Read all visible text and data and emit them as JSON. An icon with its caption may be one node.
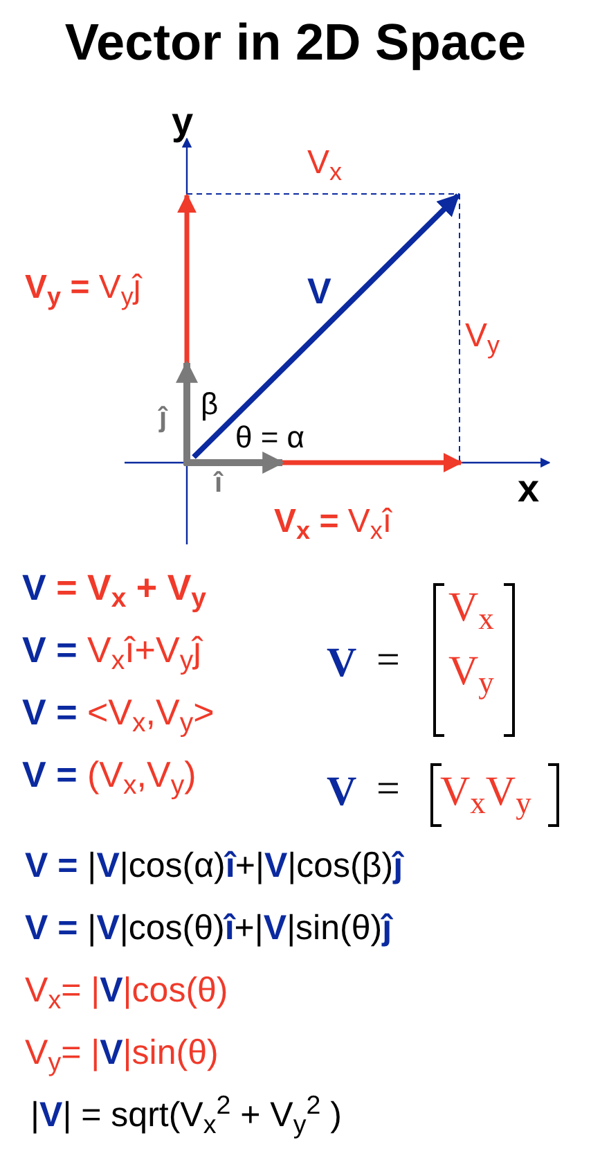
{
  "diagram": {
    "title": "Vector in 2D Space",
    "labels": [
      "y",
      "V$_{x}$",
      "**V$_{y}$ =** V$_{y}$ĵ",
      "V",
      "V$_{y}$",
      "ĵ",
      "β",
      "θ = α",
      "î",
      "x",
      "**V$_{x}$ =** V$_{x}$î",
      "**V** = V$_{x}$ + V$_{y}$",
      "V",
      "=",
      "V$_{x}$",
      "V$_{y}$",
      "**V =** V$_{x}$î+V$_{y}$ĵ",
      "**V =** <V$_{x}$,V$_{y}$>",
      "**V =** (V$_{x}$,V$_{y}$)",
      "V",
      "=",
      "V$_{x}$V$_{y}$",
      "**V =**  |**V**|cos(α)**î**+|**V**|cos(β)**ĵ**",
      "**V =**  |**V**|cos(θ)**î**+|**V**|sin(θ)**ĵ**",
      "V$_{x}$= |**V**|cos(θ)",
      "V$_{y}$= |**V**|sin(θ)",
      "|**V**| = sqrt(V$_{x}$$^{2}$ + V$_{y}$$^{2}$ )"
    ]
  }
}
